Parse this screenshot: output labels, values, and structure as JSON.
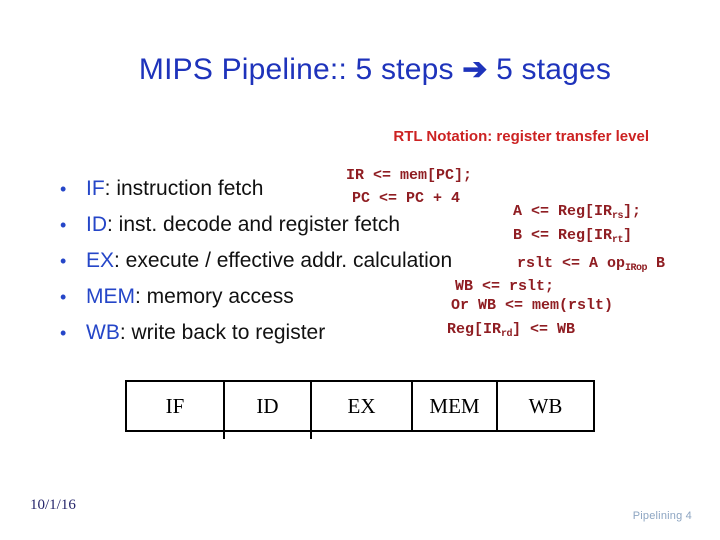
{
  "slide": {
    "title": "MIPS Pipeline:: 5 steps ",
    "title_arrow": "➔",
    "title_tail": " 5 stages",
    "subtitle": "RTL Notation: register transfer level",
    "bullets": [
      {
        "keyword": "IF",
        "rest": ": instruction fetch"
      },
      {
        "keyword": "ID",
        "rest": ": inst. decode and register fetch"
      },
      {
        "keyword": "EX",
        "rest": ": execute / effective addr. calculation"
      },
      {
        "keyword": "MEM",
        "rest": ": memory access"
      },
      {
        "keyword": "WB",
        "rest": ": write back to register"
      }
    ],
    "rtl_code": [
      "IR <= mem[PC];",
      "PC <= PC + 4",
      "A <= Reg[IR{rs}];",
      "B <= Reg[IR{rt}]",
      "rslt <= A op{IRop} B",
      "WB <= rslt;",
      "Or WB <= mem(rslt)",
      "Reg[IR{rd}] <= WB"
    ],
    "pipeline_stages": [
      "IF",
      "ID",
      "EX",
      "MEM",
      "WB"
    ],
    "footer": {
      "date": "10/1/16",
      "page_label": "Pipelining 4"
    },
    "colors": {
      "title_blue": "#1e33bb",
      "keyword_blue": "#2546c8",
      "code_maroon": "#8f1d22",
      "subtitle_red": "#cc2222",
      "footer_navy": "#24246a",
      "footer_light_blue": "#8da5c2"
    }
  }
}
